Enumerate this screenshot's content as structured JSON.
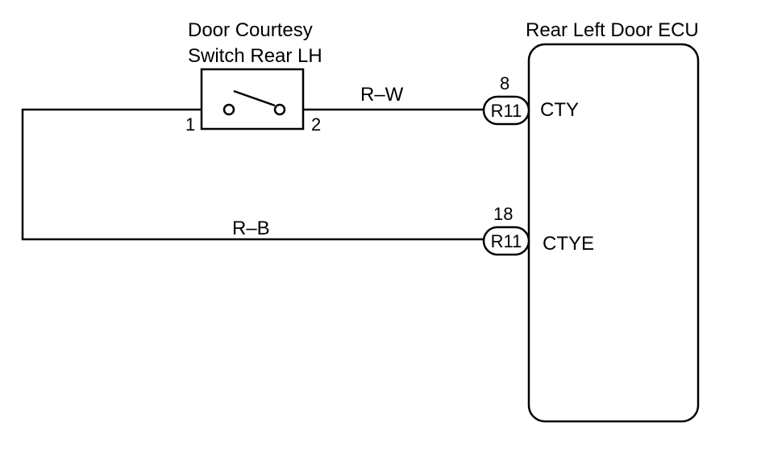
{
  "switch": {
    "title_line1": "Door Courtesy",
    "title_line2": "Switch Rear LH",
    "pin_left": "1",
    "pin_right": "2"
  },
  "ecu": {
    "title": "Rear Left Door ECU",
    "terminals": [
      {
        "pin": "8",
        "connector": "R11",
        "name": "CTY"
      },
      {
        "pin": "18",
        "connector": "R11",
        "name": "CTYE"
      }
    ]
  },
  "wires": {
    "top_color": "R–W",
    "bottom_color": "R–B"
  }
}
